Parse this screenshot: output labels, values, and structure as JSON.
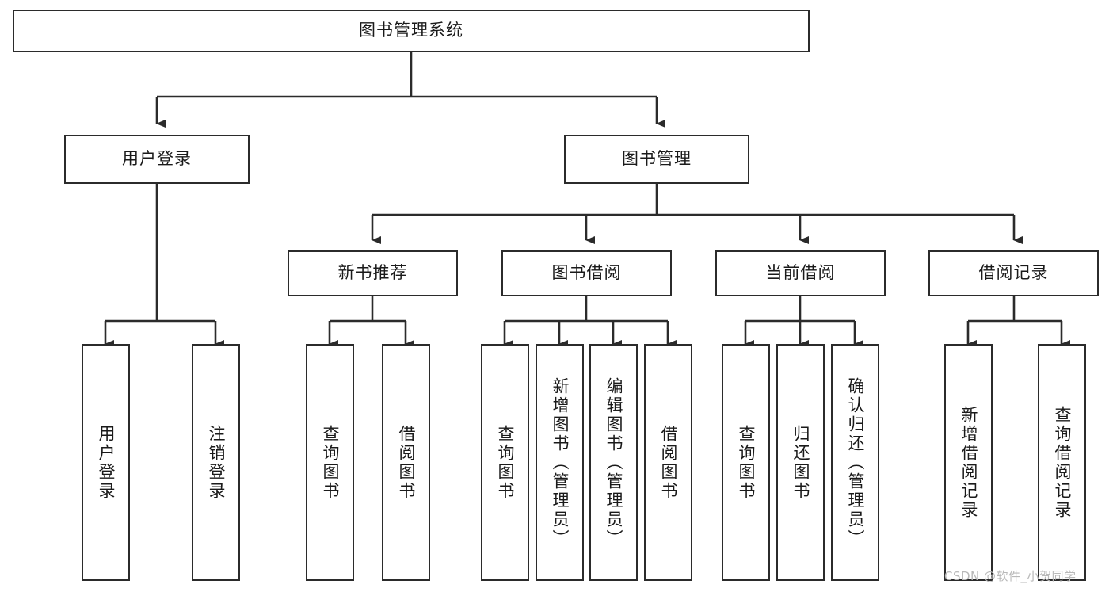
{
  "diagram": {
    "title": "图书管理系统",
    "type": "tree",
    "watermark": "CSDN @软件_小贺同学",
    "colors": {
      "box_border": "#2b2b2b",
      "box_fill": "#ffffff",
      "edge": "#2b2b2b",
      "text": "#1a1a1a",
      "watermark": "#b9b9b9",
      "background": "#ffffff"
    },
    "nodes": {
      "root": {
        "label": "图书管理系统",
        "level": 1,
        "orientation": "horizontal"
      },
      "level2": [
        {
          "id": "user-login",
          "label": "用户登录",
          "orientation": "horizontal"
        },
        {
          "id": "book-manage",
          "label": "图书管理",
          "orientation": "horizontal"
        }
      ],
      "level3": [
        {
          "id": "new-book-recommend",
          "label": "新书推荐",
          "orientation": "horizontal",
          "parent": "book-manage"
        },
        {
          "id": "book-borrow",
          "label": "图书借阅",
          "orientation": "horizontal",
          "parent": "book-manage"
        },
        {
          "id": "current-borrow",
          "label": "当前借阅",
          "orientation": "horizontal",
          "parent": "book-manage"
        },
        {
          "id": "borrow-record",
          "label": "借阅记录",
          "orientation": "horizontal",
          "parent": "book-manage"
        }
      ],
      "leaves": [
        {
          "id": "leaf-user-login",
          "label": "用户登录",
          "parent": "user-login",
          "orientation": "vertical"
        },
        {
          "id": "leaf-user-logout",
          "label": "注销登录",
          "parent": "user-login",
          "orientation": "vertical"
        },
        {
          "id": "leaf-query-book-1",
          "label": "查询图书",
          "parent": "new-book-recommend",
          "orientation": "vertical"
        },
        {
          "id": "leaf-borrow-book-1",
          "label": "借阅图书",
          "parent": "new-book-recommend",
          "orientation": "vertical"
        },
        {
          "id": "leaf-query-book-2",
          "label": "查询图书",
          "parent": "book-borrow",
          "orientation": "vertical"
        },
        {
          "id": "leaf-add-book",
          "label": "新增图书（管理员）",
          "parent": "book-borrow",
          "orientation": "vertical"
        },
        {
          "id": "leaf-edit-book",
          "label": "编辑图书（管理员）",
          "parent": "book-borrow",
          "orientation": "vertical"
        },
        {
          "id": "leaf-borrow-book-2",
          "label": "借阅图书",
          "parent": "book-borrow",
          "orientation": "vertical"
        },
        {
          "id": "leaf-query-book-3",
          "label": "查询图书",
          "parent": "current-borrow",
          "orientation": "vertical"
        },
        {
          "id": "leaf-return-book",
          "label": "归还图书",
          "parent": "current-borrow",
          "orientation": "vertical"
        },
        {
          "id": "leaf-confirm-return",
          "label": "确认归还（管理员）",
          "parent": "current-borrow",
          "orientation": "vertical"
        },
        {
          "id": "leaf-add-record",
          "label": "新增借阅记录",
          "parent": "borrow-record",
          "orientation": "vertical"
        },
        {
          "id": "leaf-query-record",
          "label": "查询借阅记录",
          "parent": "borrow-record",
          "orientation": "vertical"
        }
      ]
    }
  }
}
